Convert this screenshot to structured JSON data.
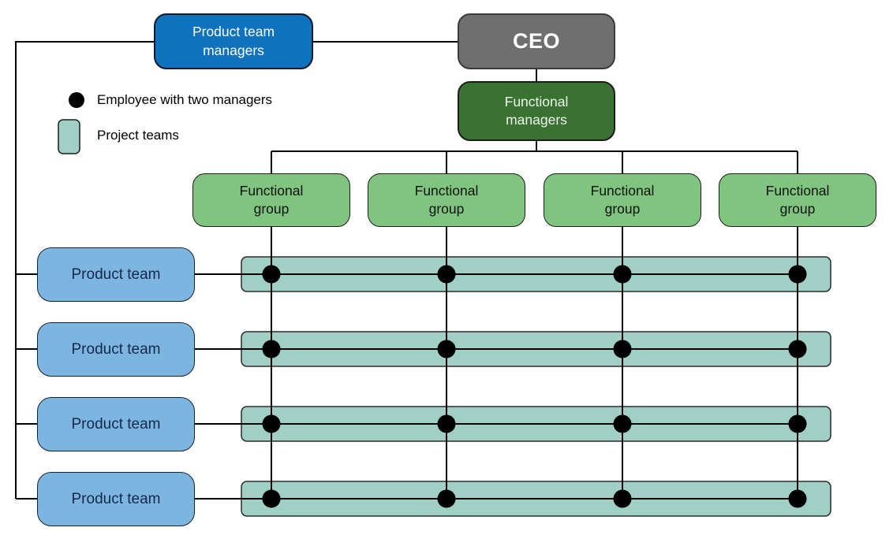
{
  "diagram": {
    "type": "matrix-organization-chart",
    "nodes": {
      "product_team_managers": {
        "label": "Product team managers"
      },
      "ceo": {
        "label": "CEO"
      },
      "functional_managers": {
        "label": "Functional managers"
      },
      "functional_groups": [
        {
          "label": "Functional group"
        },
        {
          "label": "Functional group"
        },
        {
          "label": "Functional group"
        },
        {
          "label": "Functional group"
        }
      ],
      "product_teams": [
        {
          "label": "Product team"
        },
        {
          "label": "Product team"
        },
        {
          "label": "Product team"
        },
        {
          "label": "Product team"
        }
      ]
    },
    "legend": [
      {
        "symbol": "employee-dot",
        "label": "Employee with two managers"
      },
      {
        "symbol": "project-team-swatch",
        "label": "Project teams"
      }
    ],
    "matrix": {
      "rows": 4,
      "cols": 4,
      "employee_dots": 16
    },
    "colors": {
      "product_team_managers": "#0E72BD",
      "ceo": "#6F6F6F",
      "functional_managers": "#3A7232",
      "functional_group": "#7FC57F",
      "product_team": "#7CB5E0",
      "project_team_bar": "#9FCFC5",
      "employee_dot": "#000000",
      "connector": "#000000"
    }
  }
}
